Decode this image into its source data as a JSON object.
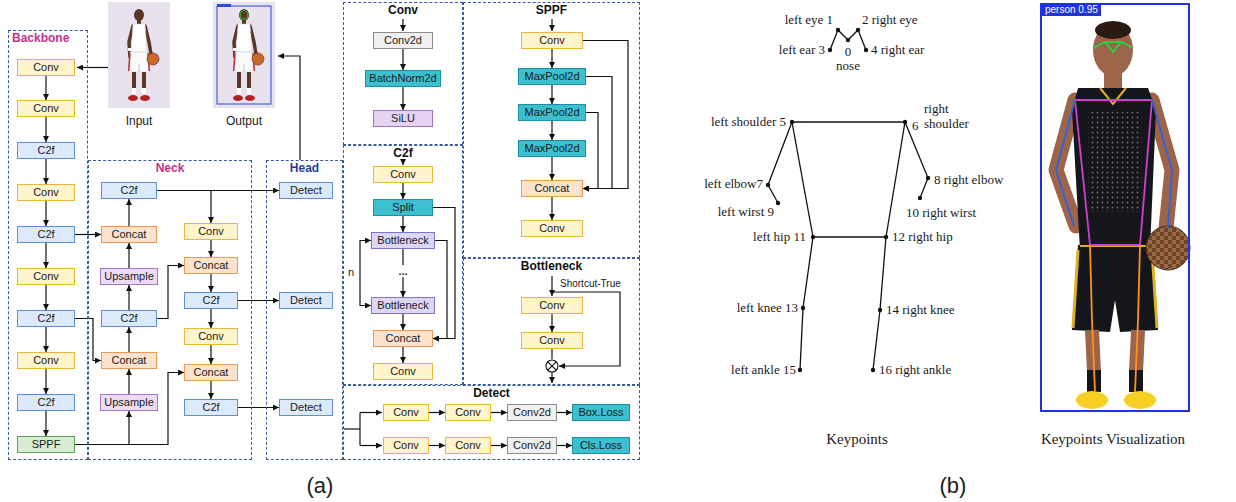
{
  "diagram": {
    "nodes": [
      {
        "text": [
          "Backbone"
        ]
      },
      {
        "text": [
          "Conv"
        ],
        "in": 0
      },
      {
        "text": [
          "Conv"
        ],
        "in": 0
      },
      {
        "text": [
          "C2f"
        ],
        "in": 0
      },
      {
        "text": [
          "Conv"
        ],
        "in": 0
      },
      {
        "text": [
          "C2f"
        ],
        "in": 0
      },
      {
        "text": [
          "Conv"
        ],
        "in": 0
      },
      {
        "text": [
          "C2f"
        ],
        "in": 0
      },
      {
        "text": [
          "Conv"
        ],
        "in": 0
      },
      {
        "text": [
          "C2f"
        ],
        "in": 0
      },
      {
        "text": [
          "SPPF"
        ],
        "in": 0
      },
      {
        "text": [
          "Neck"
        ]
      },
      {
        "text": [
          "C2f"
        ],
        "in": 11
      },
      {
        "text": [
          "Concat"
        ],
        "in": 11
      },
      {
        "text": [
          "Upsample"
        ],
        "in": 11
      },
      {
        "text": [
          "C2f"
        ],
        "in": 11
      },
      {
        "text": [
          "Concat"
        ],
        "in": 11
      },
      {
        "text": [
          "Upsample"
        ],
        "in": 11
      },
      {
        "text": [
          "Conv"
        ],
        "in": 11
      },
      {
        "text": [
          "Concat"
        ],
        "in": 11
      },
      {
        "text": [
          "C2f"
        ],
        "in": 11
      },
      {
        "text": [
          "Conv"
        ],
        "in": 11
      },
      {
        "text": [
          "Concat"
        ],
        "in": 11
      },
      {
        "text": [
          "C2f"
        ],
        "in": 11
      },
      {
        "text": [
          "Head"
        ]
      },
      {
        "text": [
          "Detect"
        ],
        "in": 24
      },
      {
        "text": [
          "Detect"
        ],
        "in": 24
      },
      {
        "text": [
          "Detect"
        ],
        "in": 24
      },
      {
        "text": [
          "Conv"
        ]
      },
      {
        "text": [
          "Conv2d"
        ],
        "in": 28
      },
      {
        "text": [
          "BatchNorm2d"
        ],
        "in": 28
      },
      {
        "text": [
          "SiLU"
        ],
        "in": 28
      },
      {
        "text": [
          "C2f"
        ]
      },
      {
        "text": [
          "Conv"
        ],
        "in": 32
      },
      {
        "text": [
          "Split"
        ],
        "in": 32
      },
      {
        "text": [
          "Bottleneck"
        ],
        "in": 32
      },
      {
        "text": [
          "Bottleneck"
        ],
        "in": 32
      },
      {
        "text": [
          "Concat"
        ],
        "in": 32
      },
      {
        "text": [
          "Conv"
        ],
        "in": 32
      },
      {
        "text": [
          "SPPF"
        ]
      },
      {
        "text": [
          "Conv"
        ],
        "in": 39
      },
      {
        "text": [
          "MaxPool2d"
        ],
        "in": 39
      },
      {
        "text": [
          "MaxPool2d"
        ],
        "in": 39
      },
      {
        "text": [
          "MaxPool2d"
        ],
        "in": 39
      },
      {
        "text": [
          "Concat"
        ],
        "in": 39
      },
      {
        "text": [
          "Conv"
        ],
        "in": 39
      },
      {
        "text": [
          "Bottleneck"
        ]
      },
      {
        "text": [
          "Conv"
        ],
        "in": 46
      },
      {
        "text": [
          "Conv"
        ],
        "in": 46
      },
      {
        "text": [
          "Detect"
        ]
      },
      {
        "text": [
          "Conv"
        ],
        "in": 49
      },
      {
        "text": [
          "Conv"
        ],
        "in": 49
      },
      {
        "text": [
          "Conv2d"
        ],
        "in": 49
      },
      {
        "text": [
          "Box.Loss"
        ],
        "in": 49
      },
      {
        "text": [
          "Conv"
        ],
        "in": 49
      },
      {
        "text": [
          "Conv"
        ],
        "in": 49
      },
      {
        "text": [
          "Conv2d"
        ],
        "in": 49
      },
      {
        "text": [
          "Cls.Loss"
        ],
        "in": 49
      }
    ],
    "edges": [
      {
        "from": 1,
        "to": 2,
        "arrow": "to"
      },
      {
        "from": 2,
        "to": 3,
        "arrow": "to"
      },
      {
        "from": 3,
        "to": 4,
        "arrow": "to"
      },
      {
        "from": 4,
        "to": 5,
        "arrow": "to"
      },
      {
        "from": 5,
        "to": 6,
        "arrow": "to"
      },
      {
        "from": 6,
        "to": 7,
        "arrow": "to"
      },
      {
        "from": 7,
        "to": 8,
        "arrow": "to"
      },
      {
        "from": 8,
        "to": 9,
        "arrow": "to"
      },
      {
        "from": 9,
        "to": 10,
        "arrow": "to"
      },
      {
        "from": 5,
        "to": 13,
        "arrow": "to"
      },
      {
        "from": 7,
        "to": 16,
        "arrow": "to"
      },
      {
        "from": 10,
        "to": 17,
        "arrow": "to"
      },
      {
        "from": 10,
        "to": 22,
        "arrow": "to"
      },
      {
        "from": 17,
        "to": 16,
        "arrow": "to"
      },
      {
        "from": 16,
        "to": 15,
        "arrow": "to"
      },
      {
        "from": 15,
        "to": 14,
        "arrow": "to"
      },
      {
        "from": 14,
        "to": 13,
        "arrow": "to"
      },
      {
        "from": 13,
        "to": 12,
        "arrow": "to"
      },
      {
        "from": 15,
        "to": 19,
        "arrow": "to"
      },
      {
        "from": 12,
        "to": 25,
        "arrow": "to"
      },
      {
        "from": 12,
        "to": 18,
        "arrow": "to"
      },
      {
        "from": 18,
        "to": 19,
        "arrow": "to"
      },
      {
        "from": 19,
        "to": 20,
        "arrow": "to"
      },
      {
        "from": 20,
        "to": 26,
        "arrow": "to"
      },
      {
        "from": 20,
        "to": 21,
        "arrow": "to"
      },
      {
        "from": 21,
        "to": 22,
        "arrow": "to"
      },
      {
        "from": 22,
        "to": 23,
        "arrow": "to"
      },
      {
        "from": 23,
        "to": 27,
        "arrow": "to"
      },
      {
        "from": 29,
        "to": 30,
        "arrow": "to"
      },
      {
        "from": 30,
        "to": 31,
        "arrow": "to"
      },
      {
        "from": 33,
        "to": 34,
        "arrow": "to"
      },
      {
        "from": 34,
        "to": 35,
        "arrow": "to"
      },
      {
        "from": 35,
        "to": 36,
        "arrow": "to"
      },
      {
        "from": 35,
        "to": 36,
        "arrow": "both"
      },
      {
        "from": 36,
        "to": 37,
        "arrow": "to"
      },
      {
        "from": 37,
        "to": 38,
        "arrow": "to"
      },
      {
        "from": 34,
        "to": 37,
        "arrow": "to"
      },
      {
        "from": 35,
        "to": 37,
        "arrow": "to"
      },
      {
        "from": 40,
        "to": 41,
        "arrow": "to"
      },
      {
        "from": 41,
        "to": 42,
        "arrow": "to"
      },
      {
        "from": 42,
        "to": 43,
        "arrow": "to"
      },
      {
        "from": 43,
        "to": 44,
        "arrow": "to"
      },
      {
        "from": 44,
        "to": 45,
        "arrow": "to"
      },
      {
        "from": 40,
        "to": 44,
        "arrow": "to"
      },
      {
        "from": 41,
        "to": 44,
        "arrow": "to"
      },
      {
        "from": 42,
        "to": 44,
        "arrow": "to"
      },
      {
        "from": 47,
        "to": 48,
        "arrow": "to"
      },
      {
        "from": 50,
        "to": 51,
        "arrow": "to"
      },
      {
        "from": 51,
        "to": 52,
        "arrow": "to"
      },
      {
        "from": 52,
        "to": 53,
        "arrow": "to"
      },
      {
        "from": 54,
        "to": 55,
        "arrow": "to"
      },
      {
        "from": 55,
        "to": 56,
        "arrow": "to"
      },
      {
        "from": 56,
        "to": 57,
        "arrow": "to"
      }
    ],
    "labels": [
      "Input",
      "Output",
      "n",
      "...",
      "Shortcut-True",
      "(a)",
      "left eye 1",
      "2 right eye",
      "0",
      "nose",
      "left ear 3",
      "4 right ear",
      "left shoulder 5",
      "6",
      "right shoulder",
      "left elbow7",
      "8 right elbow",
      "left wirst 9",
      "10 right wirst",
      "left hip 11",
      "12 right hip",
      "left knee 13",
      "14 right knee",
      "left ankle 15",
      "16 right ankle",
      "Keypoints",
      "person 0.95",
      "Keypoints Visualization",
      "(b)"
    ]
  }
}
